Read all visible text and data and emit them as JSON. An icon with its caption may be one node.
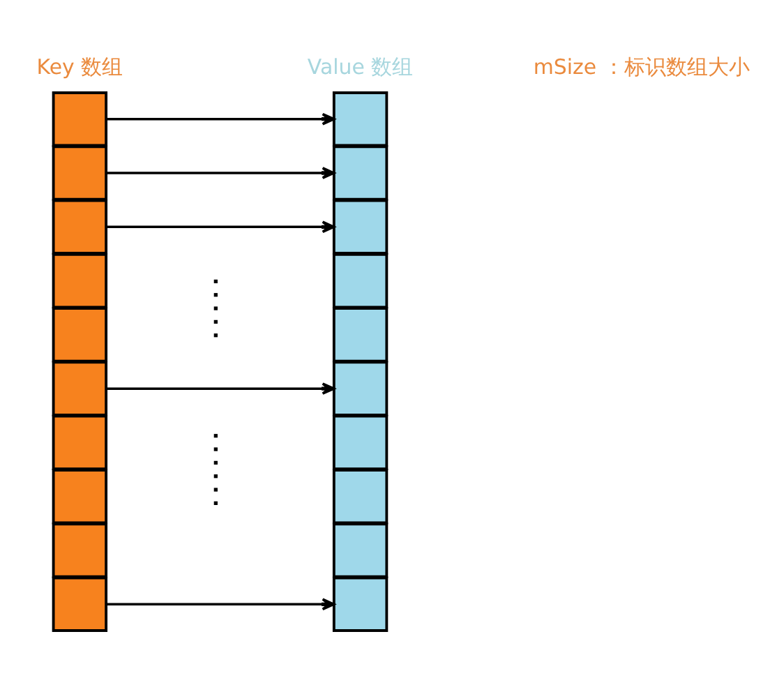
{
  "diagram": {
    "nodes": [
      {
        "text": [],
        "shape": "box"
      },
      {
        "text": [],
        "shape": "box"
      },
      {
        "text": [],
        "shape": "box"
      },
      {
        "text": [],
        "shape": "box"
      },
      {
        "text": [],
        "shape": "box"
      },
      {
        "text": [],
        "shape": "box"
      },
      {
        "text": [],
        "shape": "box"
      },
      {
        "text": [],
        "shape": "box"
      },
      {
        "text": [],
        "shape": "box"
      },
      {
        "text": [],
        "shape": "box"
      },
      {
        "text": [],
        "shape": "box"
      },
      {
        "text": [],
        "shape": "box"
      },
      {
        "text": [],
        "shape": "box"
      },
      {
        "text": [],
        "shape": "box"
      },
      {
        "text": [],
        "shape": "box"
      },
      {
        "text": [],
        "shape": "box"
      },
      {
        "text": [],
        "shape": "box"
      },
      {
        "text": [],
        "shape": "box"
      },
      {
        "text": [],
        "shape": "box"
      },
      {
        "text": [],
        "shape": "box"
      }
    ],
    "edges": [
      {
        "from": 0,
        "to": 10,
        "arrow": "to"
      },
      {
        "from": 1,
        "to": 11,
        "arrow": "to"
      },
      {
        "from": 2,
        "to": 12,
        "arrow": "to"
      },
      {
        "from": 5,
        "to": 15,
        "arrow": "to"
      },
      {
        "from": 9,
        "to": 19,
        "arrow": "to"
      }
    ],
    "labels": [
      "Key 数组",
      "Value 数组",
      "mSize ：标识数组大小"
    ]
  }
}
